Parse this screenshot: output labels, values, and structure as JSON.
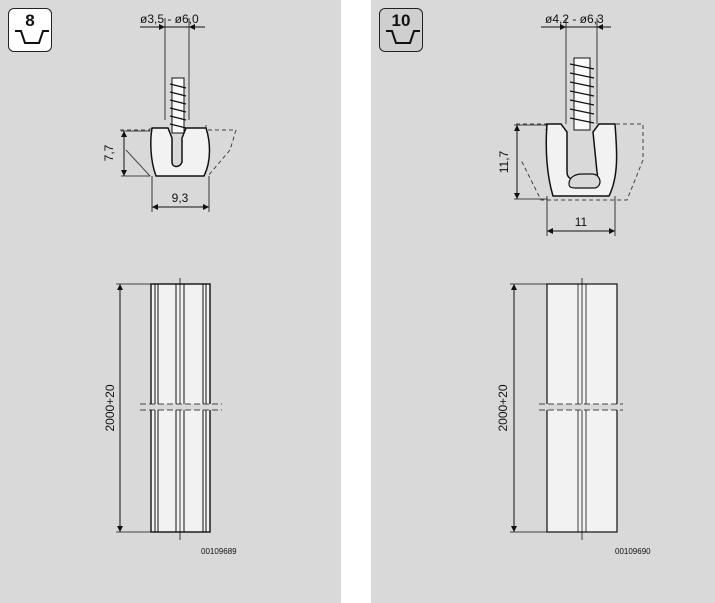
{
  "panels": [
    {
      "badge": "8",
      "screw_diameter": "ø3,5 - ø6,0",
      "height_dim": "7,7",
      "width_dim": "9,3",
      "length_dim": "2000+20",
      "code": "00109689"
    },
    {
      "badge": "10",
      "screw_diameter": "ø4,2 - ø6,3",
      "height_dim": "11,7",
      "width_dim": "11",
      "length_dim": "2000+20",
      "code": "00109690"
    }
  ],
  "colors": {
    "panel_bg": "#d9d9d9",
    "profile_fill": "#f2f2f2",
    "line": "#111111"
  },
  "icons": [
    "groove-profile-icon",
    "screw-icon"
  ]
}
